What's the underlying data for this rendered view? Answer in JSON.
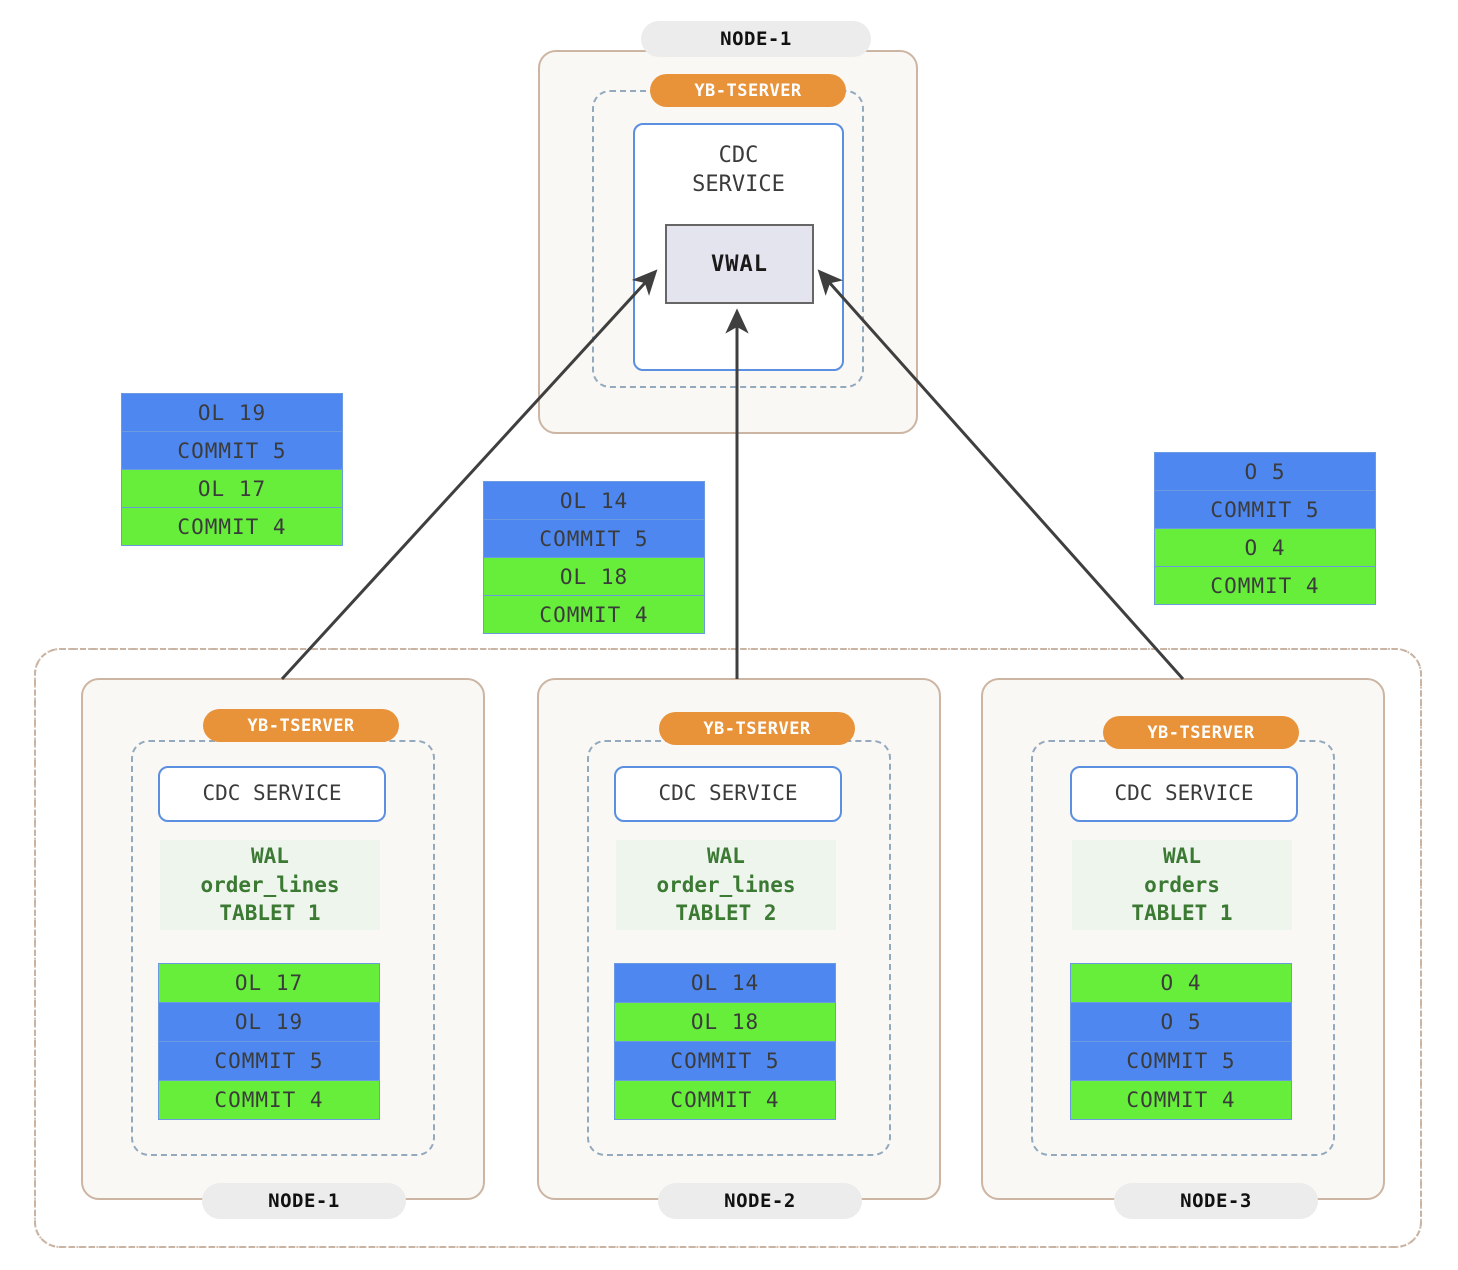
{
  "diagram": {
    "title": "YugabyteDB CDC VWAL topology",
    "colors": {
      "blue_record": "#4d87ef",
      "green_record": "#66ee3a",
      "tserver_pill": "#e8933a",
      "node_pill": "#ececec",
      "node_card_border": "#ccb5a2",
      "node_card_bg": "#faf8f5",
      "dashed_border": "#93a9be",
      "cdc_border": "#5b8fe0",
      "wal_bg": "#edf5ed",
      "wal_text": "#3c7a34",
      "vwal_bg": "#e4e4ee",
      "vwal_border": "#666666",
      "arrow": "#3f3f3f",
      "cluster_outline": "#c9b3a2"
    }
  },
  "top_node": {
    "node_label": "NODE-1",
    "tserver_label": "YB-TSERVER",
    "cdc_label": "CDC\nSERVICE",
    "vwal_label": "VWAL"
  },
  "floating_stacks": [
    {
      "name": "left-stack",
      "records": [
        {
          "text": "OL 19",
          "color": "blue"
        },
        {
          "text": "COMMIT 5",
          "color": "blue"
        },
        {
          "text": "OL 17",
          "color": "green"
        },
        {
          "text": "COMMIT 4",
          "color": "green"
        }
      ]
    },
    {
      "name": "middle-stack",
      "records": [
        {
          "text": "OL 14",
          "color": "blue"
        },
        {
          "text": "COMMIT 5",
          "color": "blue"
        },
        {
          "text": "OL 18",
          "color": "green"
        },
        {
          "text": "COMMIT 4",
          "color": "green"
        }
      ]
    },
    {
      "name": "right-stack",
      "records": [
        {
          "text": "O 5",
          "color": "blue"
        },
        {
          "text": "COMMIT 5",
          "color": "blue"
        },
        {
          "text": "O 4",
          "color": "green"
        },
        {
          "text": "COMMIT 4",
          "color": "green"
        }
      ]
    }
  ],
  "cluster_nodes": [
    {
      "node_label": "NODE-1",
      "tserver_label": "YB-TSERVER",
      "cdc_label": "CDC SERVICE",
      "wal_label": "WAL\norder_lines\nTABLET 1",
      "records": [
        {
          "text": "OL 17",
          "color": "green"
        },
        {
          "text": "OL 19",
          "color": "blue"
        },
        {
          "text": "COMMIT 5",
          "color": "blue"
        },
        {
          "text": "COMMIT 4",
          "color": "green"
        }
      ]
    },
    {
      "node_label": "NODE-2",
      "tserver_label": "YB-TSERVER",
      "cdc_label": "CDC SERVICE",
      "wal_label": "WAL\norder_lines\nTABLET 2",
      "records": [
        {
          "text": "OL 14",
          "color": "blue"
        },
        {
          "text": "OL 18",
          "color": "green"
        },
        {
          "text": "COMMIT 5",
          "color": "blue"
        },
        {
          "text": "COMMIT 4",
          "color": "green"
        }
      ]
    },
    {
      "node_label": "NODE-3",
      "tserver_label": "YB-TSERVER",
      "cdc_label": "CDC SERVICE",
      "wal_label": "WAL\norders\nTABLET 1",
      "records": [
        {
          "text": "O 4",
          "color": "green"
        },
        {
          "text": "O 5",
          "color": "blue"
        },
        {
          "text": "COMMIT 5",
          "color": "blue"
        },
        {
          "text": "COMMIT 4",
          "color": "green"
        }
      ]
    }
  ]
}
